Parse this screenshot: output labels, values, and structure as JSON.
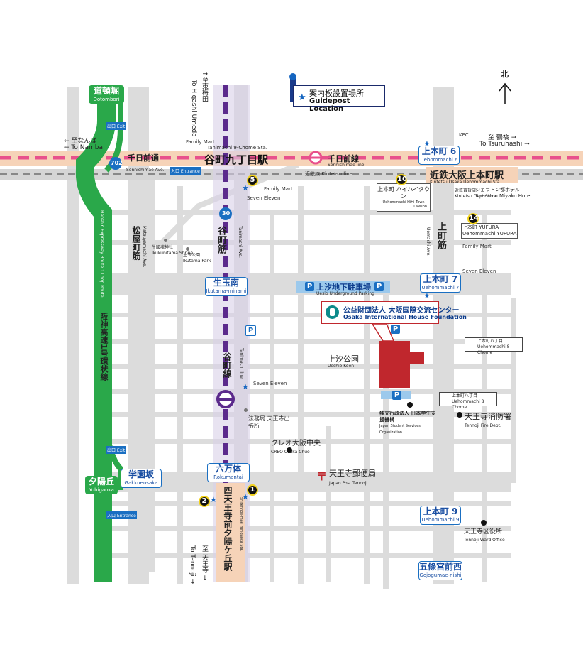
{
  "north": {
    "label": "北"
  },
  "legend": {
    "jp": "案内板設置場所",
    "en": "Guidepost Location"
  },
  "directions": {
    "namba_jp": "← 至なんば",
    "namba_en": "← To Namba",
    "tsuruhashi_jp": "至 鶴橋 →",
    "tsuruhashi_en": "To Tsuruhashi →",
    "umeda_jp": "↑至東梅田",
    "umeda_en": "To Higashi Umeda",
    "tennoji_jp": "至 天王寺 →",
    "tennoji_en": "To Tennoji →"
  },
  "stations": {
    "tanimachi9": {
      "jp": "谷町九丁目駅",
      "en": "Tanimachi 9-Chome Sta."
    },
    "uehonmachi_kintetsu": {
      "jp": "近鉄大阪上本町駅",
      "en": "Kintetsu Osaka Uehommachi Sta."
    },
    "shitennoji": {
      "jp": "四天王寺前夕陽ケ丘駅",
      "en": "Shitennoji-mae Yuhigaoka Sta."
    }
  },
  "lines": {
    "sennichimae": {
      "jp": "千日前線",
      "en": "Sennichimae line"
    },
    "kintetsu": {
      "label": "近鉄線 Kintetsu line"
    },
    "tanimachi": {
      "jp": "谷町線",
      "en": "Tanimachi line"
    },
    "hanshin": {
      "jp": "阪神高速1号環状線",
      "en": "Hanshin Expressway Route 1 Loop Route"
    }
  },
  "roads": {
    "sennichimae_dori": {
      "jp": "千日前通",
      "en": "Sennichimae Ave."
    },
    "matsuyamachi": {
      "jp": "松屋町筋",
      "en": "Matsuyamachi Ave."
    },
    "tanimachi_suji": {
      "jp": "谷町筋",
      "en": "Tanimachi Ave."
    },
    "uehonmachi_suji": {
      "jp": "上町筋",
      "en": "Uemachi Ave."
    },
    "route702": "702",
    "route30": "30"
  },
  "crossings": [
    {
      "jp": "道頓堀",
      "en": "Dotombori"
    },
    {
      "jp": "上本町 6",
      "en": "Uehommachi 6"
    },
    {
      "jp": "生玉南",
      "en": "Ikutama-minami"
    },
    {
      "jp": "上本町 7",
      "en": "Uehommachi 7"
    },
    {
      "jp": "六万体",
      "en": "Rokumantai"
    },
    {
      "jp": "学園坂",
      "en": "Gakkuensaka"
    },
    {
      "jp": "夕陽丘",
      "en": "Yuhigaoka"
    },
    {
      "jp": "上本町 9",
      "en": "Uehommachi 9"
    },
    {
      "jp": "五條宮前西",
      "en": "Gojogumae-nishi"
    }
  ],
  "exits": {
    "deguchi": "出口 Exit",
    "iriguchi": "入口 Entrance"
  },
  "parking": {
    "jp": "上汐地下駐車場",
    "en": "Uesio Underground Parking",
    "p": "P"
  },
  "ihf": {
    "jp": "公益財団法人 大阪国際交流センター",
    "en": "Osaka International House Foundation"
  },
  "park": {
    "jp": "上汐公園",
    "en": "Ueshio Koen"
  },
  "landmarks": {
    "family_mart": "Family Mart",
    "seven_eleven": "Seven Eleven",
    "kfc": "KFC",
    "lawson": "Lawson",
    "hihi_town": {
      "jp": "上本町 ハイハイタウン",
      "en": "Uehommachi HiHi Town"
    },
    "kintetsu_dept": {
      "jp": "近鉄百貨店",
      "en": "Kintetsu Dept.Store"
    },
    "sheraton": {
      "jp": "シェラトン都ホテル",
      "en": "Sheraton Miyako Hotel"
    },
    "yufura": {
      "jp": "上本町 YUFURA",
      "en": "Uehommachi YUFURA"
    },
    "ikukunitama": {
      "jp": "生國魂神社",
      "en": "Ikukunitama Shrine"
    },
    "ikutama_park": {
      "jp": "生玉公園",
      "en": "Ikutama Park"
    },
    "legal_office": {
      "jp": "法務局 天王寺出張所"
    },
    "creo": {
      "jp": "クレオ大阪中央",
      "en": "CREO Osaka Chuo"
    },
    "post": {
      "jp": "天王寺郵便局",
      "en": "Japan Post Tennoji"
    },
    "jasso": {
      "jp": "独立行政法人 日本学生支援機構",
      "en": "Japan Student Services Organization"
    },
    "fire": {
      "jp": "天王寺消防署",
      "en": "Tennoji Fire Dept."
    },
    "ward": {
      "jp": "天王寺区役所",
      "en": "Tennoji Ward Office"
    },
    "bus8_jp": "上本町八丁目",
    "bus8_en": "Uehommachi 8 Chome"
  },
  "exit_numbers": [
    "1",
    "2",
    "5",
    "10",
    "14"
  ]
}
